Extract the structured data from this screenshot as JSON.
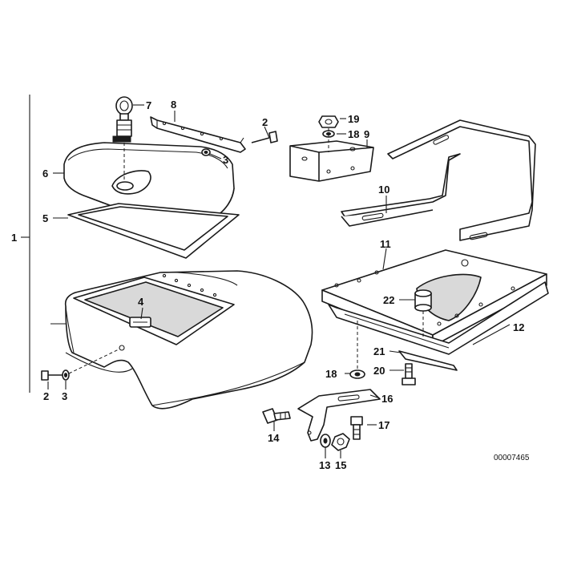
{
  "diagram": {
    "drawing_number": "00007465",
    "labels": {
      "p1": "1",
      "p2a": "2",
      "p2b": "2",
      "p3a": "3",
      "p3b": "3",
      "p4": "4",
      "p5": "5",
      "p6": "6",
      "p7": "7",
      "p8": "8",
      "p9": "9",
      "p10": "10",
      "p11": "11",
      "p12": "12",
      "p13": "13",
      "p14": "14",
      "p15": "15",
      "p16": "16",
      "p17": "17",
      "p18a": "18",
      "p18b": "18",
      "p19": "19",
      "p20": "20",
      "p21": "21",
      "p22": "22"
    }
  }
}
